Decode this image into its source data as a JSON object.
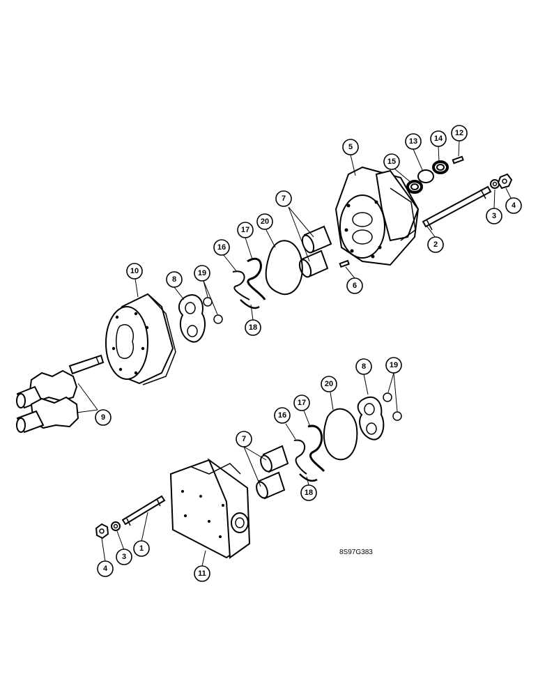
{
  "diagram": {
    "reference_code": "8S97G383",
    "callouts": [
      {
        "id": "c1",
        "label": "1"
      },
      {
        "id": "c2",
        "label": "2"
      },
      {
        "id": "c3a",
        "label": "3"
      },
      {
        "id": "c3b",
        "label": "3"
      },
      {
        "id": "c4a",
        "label": "4"
      },
      {
        "id": "c4b",
        "label": "4"
      },
      {
        "id": "c5",
        "label": "5"
      },
      {
        "id": "c6",
        "label": "6"
      },
      {
        "id": "c7a",
        "label": "7"
      },
      {
        "id": "c7b",
        "label": "7"
      },
      {
        "id": "c8a",
        "label": "8"
      },
      {
        "id": "c8b",
        "label": "8"
      },
      {
        "id": "c9",
        "label": "9"
      },
      {
        "id": "c10",
        "label": "10"
      },
      {
        "id": "c11",
        "label": "11"
      },
      {
        "id": "c12",
        "label": "12"
      },
      {
        "id": "c13",
        "label": "13"
      },
      {
        "id": "c14",
        "label": "14"
      },
      {
        "id": "c15",
        "label": "15"
      },
      {
        "id": "c16a",
        "label": "16"
      },
      {
        "id": "c16b",
        "label": "16"
      },
      {
        "id": "c17a",
        "label": "17"
      },
      {
        "id": "c17b",
        "label": "17"
      },
      {
        "id": "c18a",
        "label": "18"
      },
      {
        "id": "c18b",
        "label": "18"
      },
      {
        "id": "c19a",
        "label": "19"
      },
      {
        "id": "c19b",
        "label": "19"
      },
      {
        "id": "c20a",
        "label": "20"
      },
      {
        "id": "c20b",
        "label": "20"
      }
    ]
  }
}
